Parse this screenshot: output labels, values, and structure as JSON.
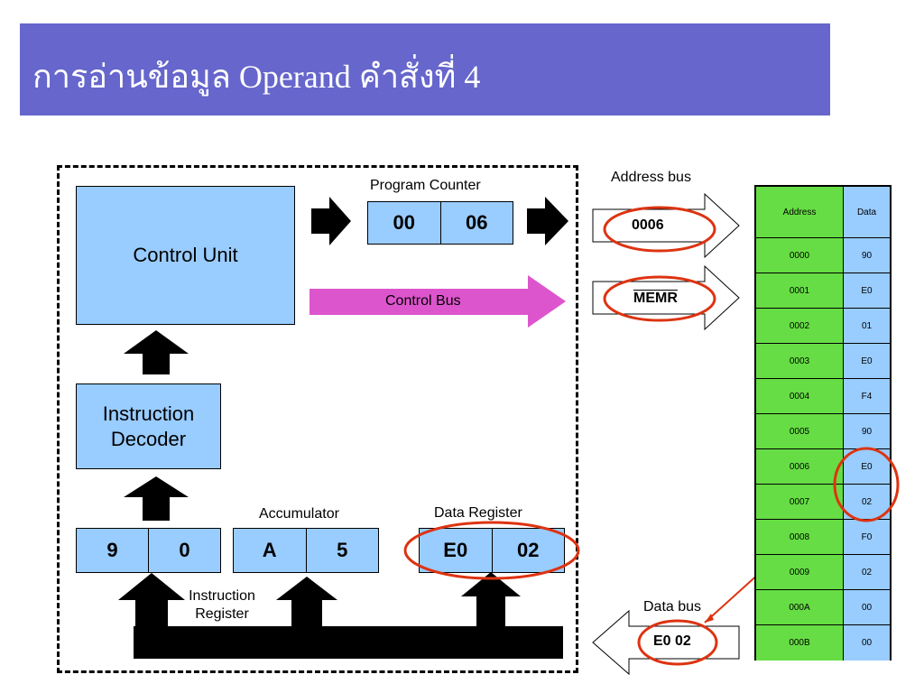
{
  "title": "การอ่านข้อมูล Operand คำสั่งที่ 4",
  "control_unit": "Control Unit",
  "instruction_decoder": "Instruction Decoder",
  "program_counter": {
    "label": "Program Counter",
    "high": "00",
    "low": "06"
  },
  "control_bus": "Control Bus",
  "address_bus": {
    "label": "Address bus",
    "value": "0006"
  },
  "memr": "MEMR",
  "instruction_register": {
    "label": "Instruction Register",
    "high": "9",
    "low": "0"
  },
  "accumulator": {
    "label": "Accumulator",
    "high": "A",
    "low": "5"
  },
  "data_register": {
    "label": "Data Register",
    "high": "E0",
    "low": "02"
  },
  "data_bus": {
    "label": "Data bus",
    "value": "E0 02"
  },
  "memory": {
    "header_address": "Address",
    "header_data": "Data",
    "rows": [
      {
        "address": "0000",
        "data": "90"
      },
      {
        "address": "0001",
        "data": "E0"
      },
      {
        "address": "0002",
        "data": "01"
      },
      {
        "address": "0003",
        "data": "E0"
      },
      {
        "address": "0004",
        "data": "F4"
      },
      {
        "address": "0005",
        "data": "90"
      },
      {
        "address": "0006",
        "data": "E0"
      },
      {
        "address": "0007",
        "data": "02"
      },
      {
        "address": "0008",
        "data": "F0"
      },
      {
        "address": "0009",
        "data": "02"
      },
      {
        "address": "000A",
        "data": "00"
      },
      {
        "address": "000B",
        "data": "00"
      }
    ]
  },
  "colors": {
    "title_bg": "#6666cc",
    "register_fill": "#99ccff",
    "memory_address_fill": "#66dd44",
    "control_bus_arrow": "#dd55cc",
    "highlight_ellipse": "#dd3311"
  }
}
